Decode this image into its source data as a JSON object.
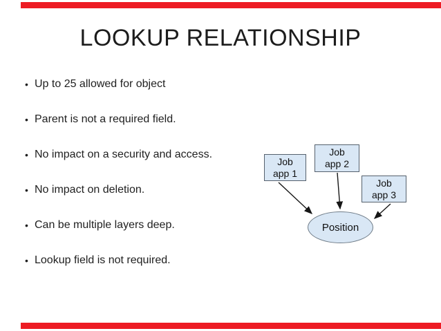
{
  "slide": {
    "title": "LOOKUP RELATIONSHIP",
    "bullets": [
      "Up to 25 allowed for object",
      "Parent is not a required field.",
      "No impact on a security and access.",
      "No impact on deletion.",
      "Can be multiple layers deep.",
      "Lookup field is not required."
    ],
    "accent_color": "#ed1c24",
    "text_color": "#1f1f1f"
  },
  "diagram": {
    "node_fill": "#d9e7f5",
    "node_border": "#55606c",
    "arrow_color": "#161616",
    "nodes": [
      {
        "id": "job-app-1",
        "shape": "rect",
        "label": "Job\napp 1"
      },
      {
        "id": "job-app-2",
        "shape": "rect",
        "label": "Job\napp 2"
      },
      {
        "id": "job-app-3",
        "shape": "rect",
        "label": "Job\napp 3"
      },
      {
        "id": "position",
        "shape": "ellipse",
        "label": "Position"
      }
    ],
    "edges": [
      {
        "from": "job-app-1",
        "to": "position"
      },
      {
        "from": "job-app-2",
        "to": "position"
      },
      {
        "from": "job-app-3",
        "to": "position"
      }
    ]
  }
}
